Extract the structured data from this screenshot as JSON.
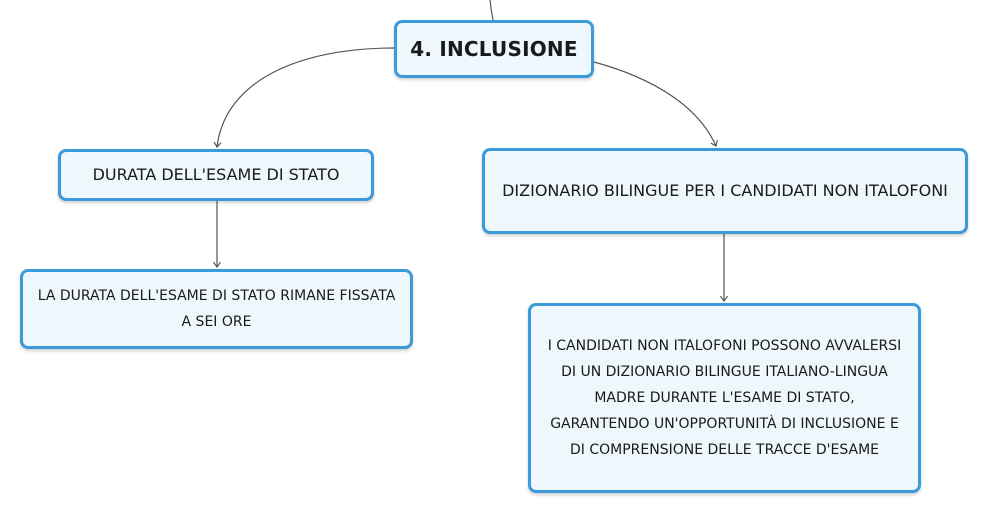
{
  "root": {
    "label": "4. INCLUSIONE"
  },
  "branches": [
    {
      "label": "DURATA DELL'ESAME DI STATO",
      "detail": "LA DURATA DELL'ESAME DI STATO RIMANE FISSATA A SEI ORE"
    },
    {
      "label": "DIZIONARIO BILINGUE PER I CANDIDATI NON ITALOFONI",
      "detail": "I CANDIDATI NON ITALOFONI POSSONO AVVALERSI DI UN DIZIONARIO BILINGUE ITALIANO-LINGUA MADRE DURANTE L'ESAME DI STATO, GARANTENDO UN'OPPORTUNITÀ DI INCLUSIONE E DI COMPRENSIONE DELLE TRACCE D'ESAME"
    }
  ],
  "colors": {
    "node_border": "#3b9ad8",
    "node_fill": "#eef7fb",
    "connector": "#555555"
  }
}
